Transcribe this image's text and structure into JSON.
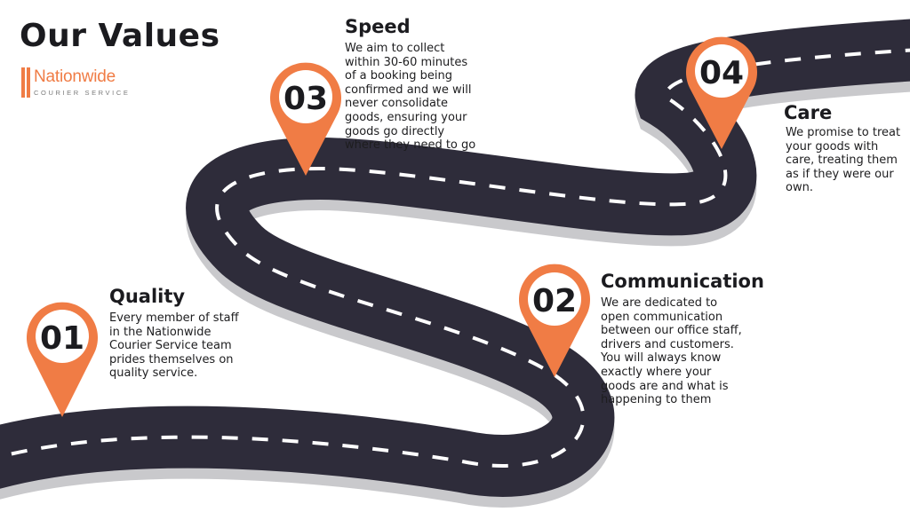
{
  "page": {
    "title": "Our Values"
  },
  "logo": {
    "name": "Nationwide",
    "subtitle": "COURIER SERVICE"
  },
  "colors": {
    "accent": "#f07c45",
    "road": "#2e2c3a",
    "road_edge": "#c9c9cc",
    "text": "#1b1b1f"
  },
  "values": [
    {
      "number": "01",
      "title": "Quality",
      "description": "Every member of staff in the Nationwide Courier Service team prides themselves on quality service."
    },
    {
      "number": "02",
      "title": "Communication",
      "description": "We are dedicated to open communication between our office staff, drivers and customers. You will always know exactly where your goods are and what is happening to them"
    },
    {
      "number": "03",
      "title": "Speed",
      "description": "We aim to collect within 30-60 minutes of a booking being confirmed and we will never consolidate goods, ensuring your goods go directly where they need to go"
    },
    {
      "number": "04",
      "title": "Care",
      "description": "We promise to treat your goods with care, treating them as if they were our own."
    }
  ]
}
